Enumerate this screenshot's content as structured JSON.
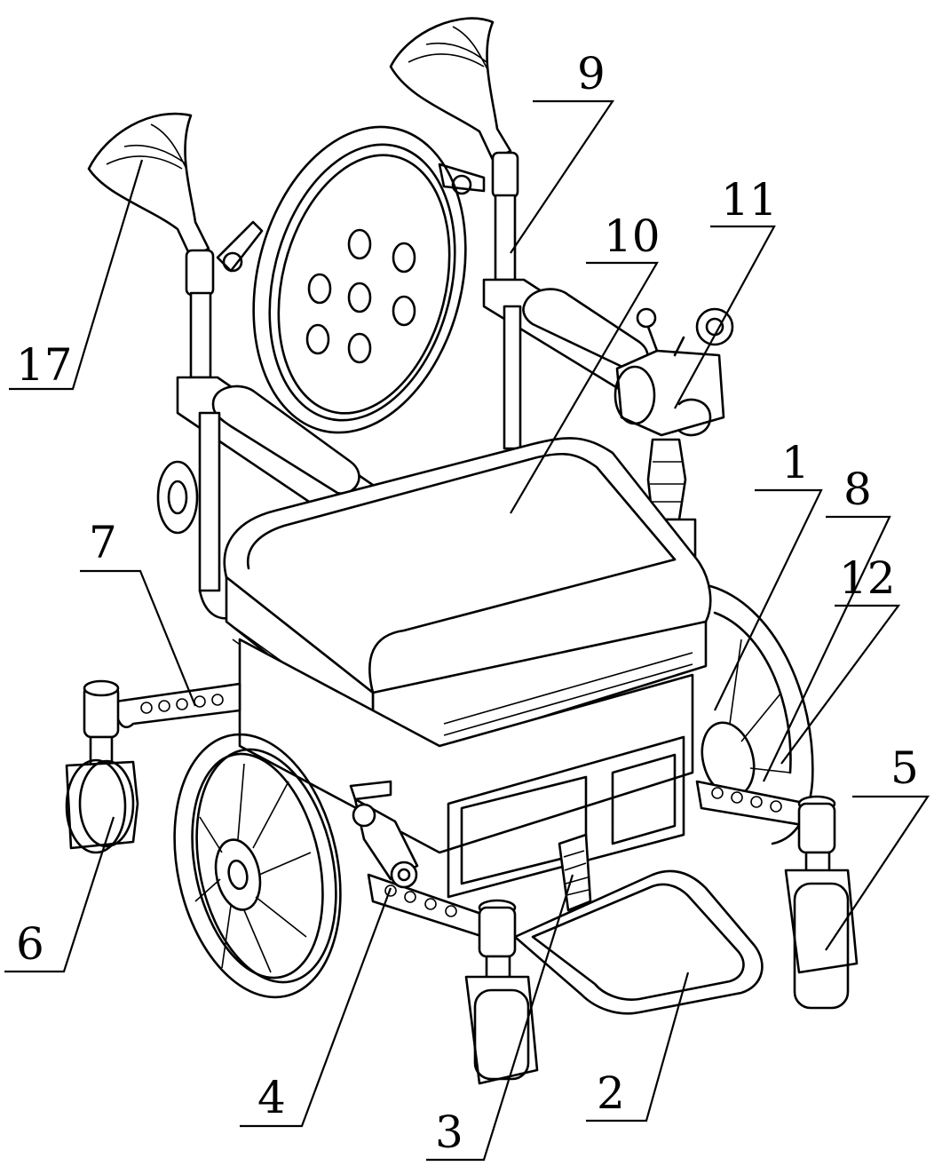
{
  "figure": {
    "callouts": [
      {
        "id": "c1",
        "label": "1"
      },
      {
        "id": "c2",
        "label": "2"
      },
      {
        "id": "c3",
        "label": "3"
      },
      {
        "id": "c4",
        "label": "4"
      },
      {
        "id": "c5",
        "label": "5"
      },
      {
        "id": "c6",
        "label": "6"
      },
      {
        "id": "c7",
        "label": "7"
      },
      {
        "id": "c8",
        "label": "8"
      },
      {
        "id": "c9",
        "label": "9"
      },
      {
        "id": "c10",
        "label": "10"
      },
      {
        "id": "c11",
        "label": "11"
      },
      {
        "id": "c12",
        "label": "12"
      },
      {
        "id": "c17",
        "label": "17"
      }
    ]
  }
}
